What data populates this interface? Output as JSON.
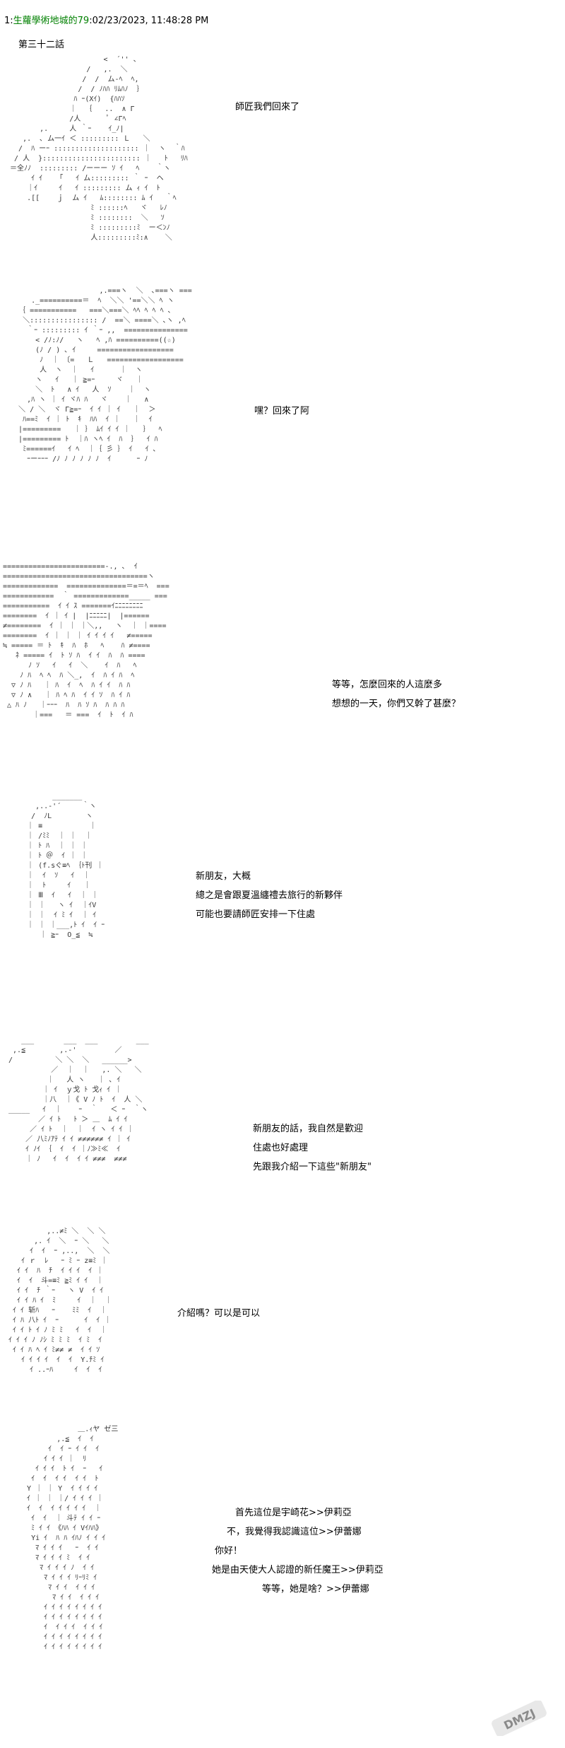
{
  "post": {
    "number": "1:",
    "author": "生蘿學術地城的79",
    "timestamp": ":02/23/2023, 11:48:28 PM"
  },
  "chapter_title": "第三十二話",
  "panels": [
    {
      "id": "p1",
      "lines": [
        "師匠我們回來了"
      ]
    },
    {
      "id": "p2",
      "lines": [
        "嘿？回來了阿"
      ]
    },
    {
      "id": "p3",
      "lines": [
        "等等，怎麼回來的人這麼多",
        "想想的一天，你們又幹了甚麼？"
      ]
    },
    {
      "id": "p4",
      "lines": [
        "新朋友，大概",
        "總之是會跟夏溫纏禮去旅行的新夥伴",
        "可能也要請師匠安排一下住處"
      ]
    },
    {
      "id": "p5",
      "lines": [
        "新朋友的話，我自然是歡迎",
        "住處也好處理",
        "先跟我介紹一下這些\"新朋友\""
      ]
    },
    {
      "id": "p6",
      "lines": [
        "介紹嗎？可以是可以"
      ]
    },
    {
      "id": "p7",
      "lines": [
        "首先這位是宇崎花>>伊莉亞",
        "不，我覺得我認識這位>>伊蕾娜",
        "你好！",
        "她是由天使大人認證的新任魔王>>伊莉亞",
        "等等，她是啥？>>伊蕾娜"
      ]
    }
  ],
  "watermark": "DMZJ"
}
